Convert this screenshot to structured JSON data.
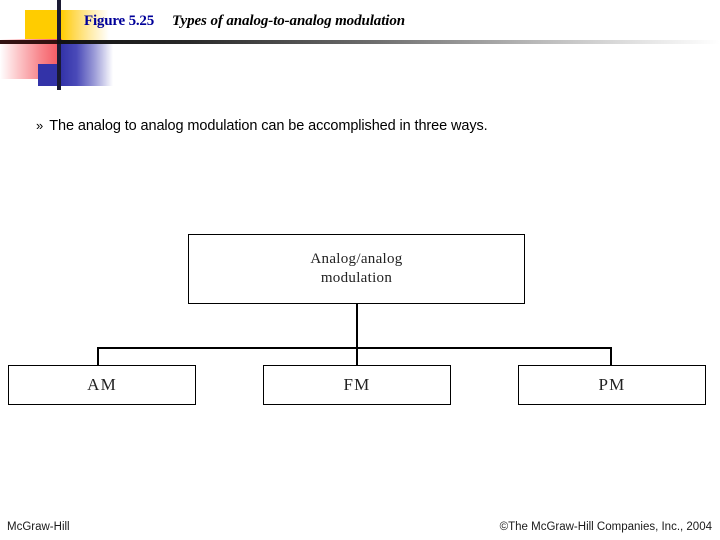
{
  "slide": {
    "header": {
      "figure_number": "Figure 5.25",
      "caption": "Types of analog-to-analog modulation",
      "figure_number_color": "#000099",
      "caption_color": "#000000",
      "decoration": {
        "yellow": "#ffcc00",
        "red": "#f4525c",
        "blue": "#3333a8",
        "cross_line": "#1a1a33"
      }
    },
    "body": {
      "bullet_marker": "»",
      "bullet_text": "The analog to analog modulation can be accomplished in three ways."
    },
    "footer": {
      "left": "McGraw-Hill",
      "right": "©The McGraw-Hill Companies, Inc., 2004"
    }
  },
  "diagram": {
    "type": "tree",
    "root": {
      "id": "analog-analog-modulation",
      "label_line1": "Analog/analog",
      "label_line2": "modulation"
    },
    "children": [
      {
        "id": "am",
        "label": "AM"
      },
      {
        "id": "fm",
        "label": "FM"
      },
      {
        "id": "pm",
        "label": "PM"
      }
    ]
  }
}
